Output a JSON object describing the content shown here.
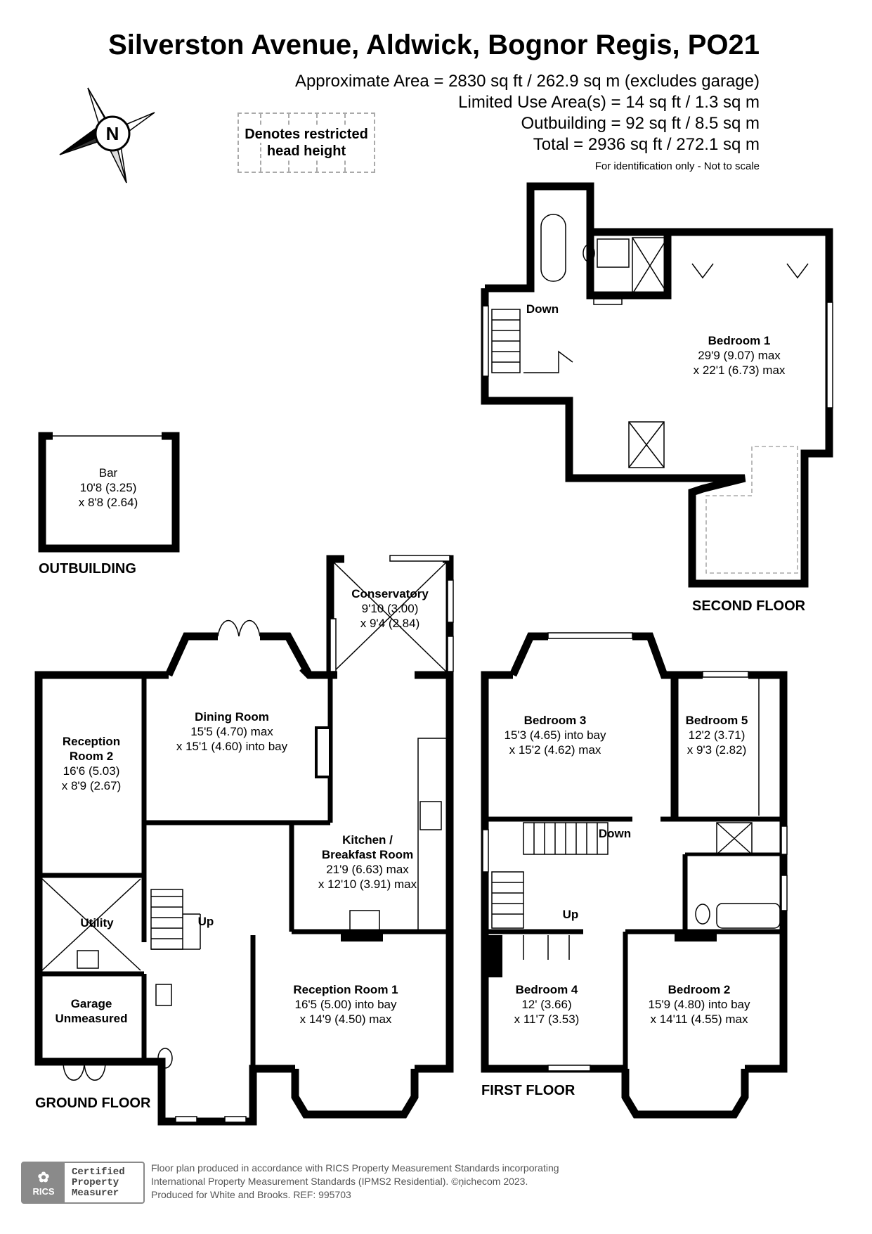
{
  "header": {
    "title": "Silverston Avenue, Aldwick, Bognor Regis, PO21",
    "area_lines": [
      "Approximate Area = 2830 sq ft / 262.9 sq m (excludes garage)",
      "Limited Use Area(s) = 14 sq ft / 1.3 sq m",
      "Outbuilding = 92 sq ft / 8.5 sq m",
      "Total = 2936 sq ft / 272.1 sq m"
    ],
    "note": "For identification only - Not to scale"
  },
  "legend": {
    "restricted_line1": "Denotes restricted",
    "restricted_line2": "head height"
  },
  "compass": {
    "letter": "N"
  },
  "floors": {
    "outbuilding": "OUTBUILDING",
    "ground": "GROUND FLOOR",
    "first": "FIRST FLOOR",
    "second": "SECOND FLOOR"
  },
  "rooms": {
    "bar": {
      "name": "Bar",
      "dim1": "10'8 (3.25)",
      "dim2": "x 8'8 (2.64)"
    },
    "conservatory": {
      "name": "Conservatory",
      "dim1": "9'10 (3.00)",
      "dim2": "x 9'4 (2.84)"
    },
    "dining": {
      "name": "Dining Room",
      "dim1": "15'5 (4.70) max",
      "dim2": "x 15'1 (4.60) into bay"
    },
    "reception2": {
      "name1": "Reception",
      "name2": "Room 2",
      "dim1": "16'6 (5.03)",
      "dim2": "x 8'9 (2.67)"
    },
    "kitchen": {
      "name1": "Kitchen /",
      "name2": "Breakfast Room",
      "dim1": "21'9 (6.63) max",
      "dim2": "x 12'10 (3.91) max"
    },
    "utility": {
      "name": "Utility"
    },
    "garage": {
      "name1": "Garage",
      "name2": "Unmeasured"
    },
    "reception1": {
      "name": "Reception Room 1",
      "dim1": "16'5 (5.00) into bay",
      "dim2": "x 14'9 (4.50) max"
    },
    "bedroom3": {
      "name": "Bedroom 3",
      "dim1": "15'3 (4.65) into bay",
      "dim2": "x 15'2 (4.62) max"
    },
    "bedroom5": {
      "name": "Bedroom 5",
      "dim1": "12'2 (3.71)",
      "dim2": "x 9'3 (2.82)"
    },
    "bedroom4": {
      "name": "Bedroom 4",
      "dim1": "12' (3.66)",
      "dim2": "x 11'7 (3.53)"
    },
    "bedroom2": {
      "name": "Bedroom 2",
      "dim1": "15'9 (4.80) into bay",
      "dim2": "x 14'11 (4.55) max"
    },
    "bedroom1": {
      "name": "Bedroom 1",
      "dim1": "29'9 (9.07) max",
      "dim2": "x 22'1 (6.73) max"
    }
  },
  "stairs": {
    "up": "Up",
    "down": "Down"
  },
  "footer": {
    "badge_left": "RICS",
    "badge_line1": "Certified",
    "badge_line2": "Property",
    "badge_line3": "Measurer",
    "text_line1": "Floor plan produced in accordance with RICS Property Measurement Standards incorporating",
    "text_line2": "International Property Measurement Standards (IPMS2 Residential).   ©ņichecom 2023.",
    "text_line3": "Produced for White and Brooks.   REF: 995703"
  }
}
